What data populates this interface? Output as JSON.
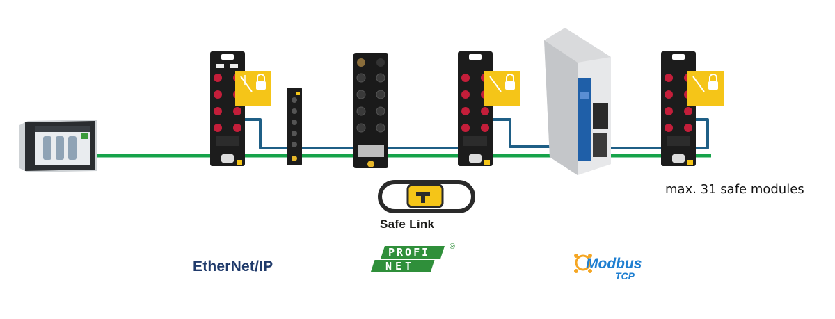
{
  "caption": "max. 31 safe modules",
  "safe_link": {
    "label": "Safe Link"
  },
  "protocols": {
    "ethernet_ip": "EtherNet/IP",
    "profinet_top": "PROFI",
    "profinet_bottom": "NET",
    "profinet_mark": "®",
    "modbus": "Modbus",
    "modbus_sub": "TCP"
  },
  "colors": {
    "ethernet_line": "#16a34a",
    "safe_link_line": "#1f5f86",
    "safety_badge": "#f5c518",
    "module_body": "#1c1c1c",
    "port_red": "#c41e3a",
    "ethernet_logo": "#1f3a6b",
    "profinet_green": "#2f8f3a",
    "modbus_blue": "#1f7fd1",
    "modbus_orange": "#f5a623"
  },
  "icons": {
    "hmi": "touch-panel-icon",
    "io_module": "io-module-icon",
    "safety": "padlock-network-icon",
    "safe_link": "safe-link-chain-icon",
    "drive": "servo-drive-icon"
  }
}
